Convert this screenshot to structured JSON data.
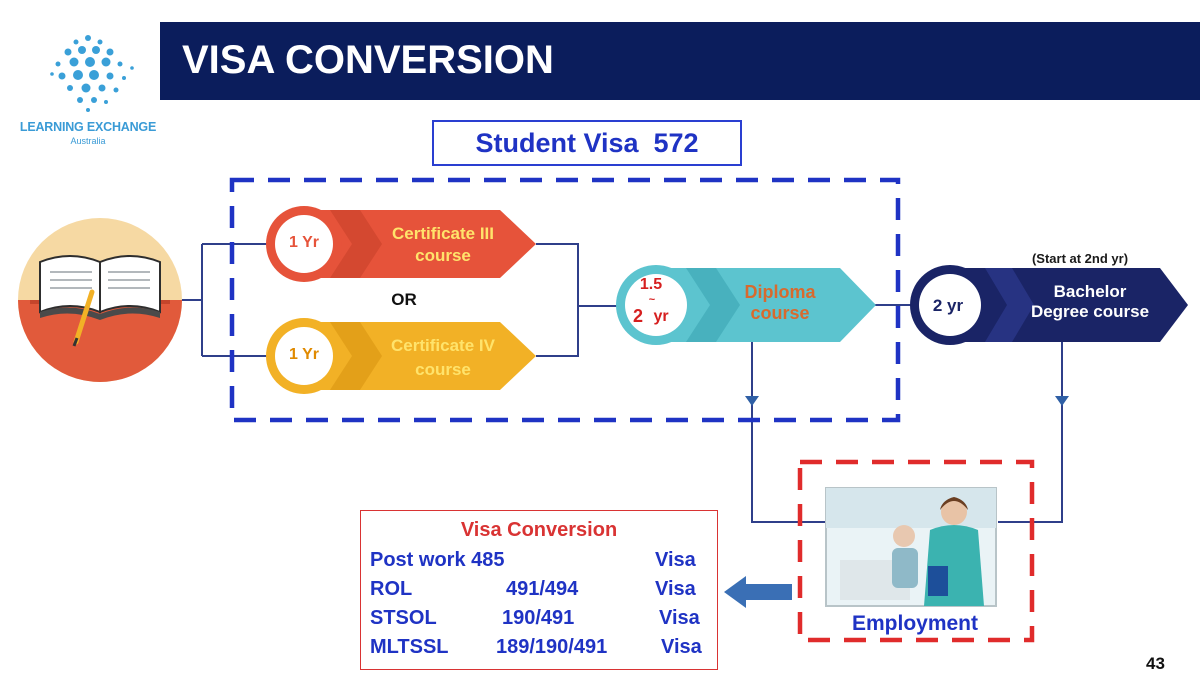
{
  "header": {
    "title": "VISA CONVERSION"
  },
  "logo": {
    "title": "LEARNING EXCHANGE",
    "subtitle": "Australia"
  },
  "student_visa": {
    "label": "Student Visa  572"
  },
  "courses": {
    "cert3": {
      "duration": "1 Yr",
      "line1": "Certificate III",
      "line2": "course"
    },
    "or_label": "OR",
    "cert4": {
      "duration": "1 Yr",
      "line1": "Certificate IV",
      "line2": "course"
    },
    "diploma": {
      "dur_top": "1.5",
      "dur_mid": "~",
      "dur_num": "2",
      "dur_unit": "yr",
      "line1": "Diploma",
      "line2": "course"
    },
    "bachelor": {
      "duration": "2 yr",
      "note": "(Start at 2nd yr)",
      "line1": "Bachelor",
      "line2": "Degree course"
    }
  },
  "employment": {
    "label": "Employment"
  },
  "visa_conversion": {
    "title": "Visa Conversion",
    "rows": [
      {
        "name": "Post work 485",
        "code": "",
        "visa": "Visa"
      },
      {
        "name": "ROL",
        "code": "491/494",
        "visa": "Visa"
      },
      {
        "name": "STSOL",
        "code": "190/491",
        "visa": "Visa"
      },
      {
        "name": "MLTSSL",
        "code": "189/190/491",
        "visa": "Visa"
      }
    ]
  },
  "page_number": "43",
  "colors": {
    "navy": "#0b1d5c",
    "blue_dash": "#1f33c4",
    "red_dash": "#e02b2b",
    "cert3": "#e6533a",
    "cert4": "#f2b126",
    "diploma": "#5cc4cf",
    "bachelor": "#1a2466"
  },
  "icons": [
    "open-book-icon",
    "pencil-icon",
    "arrow-left-icon"
  ]
}
